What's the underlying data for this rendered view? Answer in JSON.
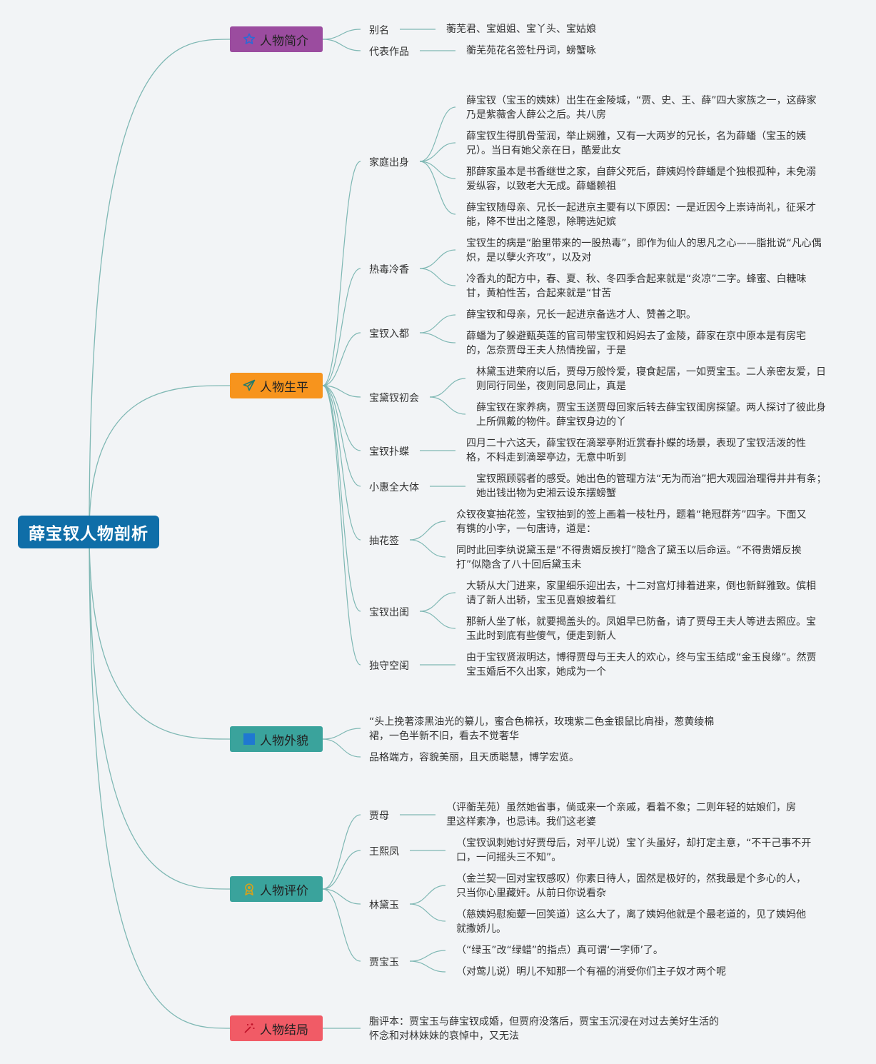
{
  "root": "薛宝钗人物剖析",
  "colors": {
    "root": "#0f6ea8",
    "line": "#7fb8b4",
    "intro": "#9b4c9f",
    "life": "#f7941d",
    "looks": "#3aa39c",
    "eval": "#3aa39c",
    "ending": "#f15b66"
  },
  "branches": {
    "intro": {
      "label": "人物简介",
      "icon": "star-icon",
      "subs": [
        {
          "label": "别名",
          "leaves": [
            "蘅芜君、宝姐姐、宝丫头、宝姑娘"
          ]
        },
        {
          "label": "代表作品",
          "leaves": [
            "蘅芜苑花名签牡丹词，螃蟹咏"
          ]
        }
      ]
    },
    "life": {
      "label": "人物生平",
      "icon": "paper-plane-icon",
      "subs": [
        {
          "label": "家庭出身",
          "leaves": [
            "薛宝钗（宝玉的姨妹）出生在金陵城，“贾、史、王、薛”四大家族之一，这薛家乃是紫薇舍人薛公之后。共八房",
            "薛宝钗生得肌骨莹润，举止娴雅，又有一大两岁的兄长，名为薛蟠（宝玉的姨兄）。当日有她父亲在日，酷爱此女",
            "那薛家虽本是书香继世之家，自薛父死后，薛姨妈怜薛蟠是个独根孤种，未免溺爱纵容，以致老大无成。薛蟠赖祖",
            "薛宝钗随母亲、兄长一起进京主要有以下原因：一是近因今上崇诗尚礼，征采才能，降不世出之隆恩，除聘选妃嫔"
          ]
        },
        {
          "label": "热毒冷香",
          "leaves": [
            "宝钗生的病是“胎里带来的一股热毒”，即作为仙人的思凡之心——脂批说“凡心偶炽，是以孽火齐攻”，以及对",
            "冷香丸的配方中，春、夏、秋、冬四季合起来就是“炎凉”二字。蜂蜜、白糖味甘，黄柏性苦，合起来就是“甘苦"
          ]
        },
        {
          "label": "宝钗入都",
          "leaves": [
            "薛宝钗和母亲，兄长一起进京备选才人、赞善之职。",
            "薛蟠为了躲避甄英莲的官司带宝钗和妈妈去了金陵，薛家在京中原本是有房宅的，怎奈贾母王夫人热情挽留，于是"
          ]
        },
        {
          "label": "宝黛钗初会",
          "leaves": [
            "林黛玉进荣府以后，贾母万般怜爱，寝食起居，一如贾宝玉。二人亲密友爱，日则同行同坐，夜则同息同止，真是",
            "薛宝钗在家养病，贾宝玉送贾母回家后转去薛宝钗闺房探望。两人探讨了彼此身上所佩戴的物件。薛宝钗身边的丫"
          ]
        },
        {
          "label": "宝钗扑蝶",
          "leaves": [
            "四月二十六这天，薛宝钗在滴翠亭附近赏春扑蝶的场景，表现了宝钗活泼的性格，不料走到滴翠亭边，无意中听到"
          ]
        },
        {
          "label": "小惠全大体",
          "leaves": [
            "宝钗照顾弱者的感受。她出色的管理方法“无为而治”把大观园治理得井井有条；她出钱出物为史湘云设东摆螃蟹"
          ]
        },
        {
          "label": "抽花签",
          "leaves": [
            "众钗夜宴抽花签，宝钗抽到的签上画着一枝牡丹，题着“艳冠群芳”四字。下面又有镌的小字，一句唐诗，道是：",
            "同时此回李纨说黛玉是“不得贵婿反挨打”隐含了黛玉以后命运。“不得贵婿反挨打”似隐含了八十回后黛玉未"
          ]
        },
        {
          "label": "宝钗出闺",
          "leaves": [
            "大轿从大门进来，家里细乐迎出去，十二对宫灯排着进来，倒也新鲜雅致。傧相请了新人出轿，宝玉见喜娘披着红",
            "那新人坐了帐，就要揭盖头的。凤姐早已防备，请了贾母王夫人等进去照应。宝玉此时到底有些傻气，便走到新人"
          ]
        },
        {
          "label": "独守空闺",
          "leaves": [
            "由于宝钗贤淑明达，博得贾母与王夫人的欢心，终与宝玉结成“金玉良缘”。然贾宝玉婚后不久出家，她成为一个"
          ]
        }
      ]
    },
    "looks": {
      "label": "人物外貌",
      "icon": "square-icon",
      "leaves": [
        "“头上挽著漆黑油光的纂儿，蜜合色棉袄，玫瑰紫二色金银鼠比肩褂，葱黄绫棉裙，一色半新不旧，看去不觉奢华",
        "品格端方，容貌美丽，且天质聪慧，博学宏览。"
      ]
    },
    "eval": {
      "label": "人物评价",
      "icon": "medal-icon",
      "subs": [
        {
          "label": "贾母",
          "leaves": [
            "（评蘅芜苑）虽然她省事，倘或来一个亲戚，看着不象；二则年轻的姑娘们，房里这样素净，也忌讳。我们这老婆"
          ]
        },
        {
          "label": "王熙凤",
          "leaves": [
            "（宝钗讽刺她讨好贾母后，对平儿说）宝丫头虽好，却打定主意，“不干己事不开口，一问摇头三不知”。"
          ]
        },
        {
          "label": "林黛玉",
          "leaves": [
            "（金兰契一回对宝钗感叹）你素日待人，固然是极好的，然我最是个多心的人，只当你心里藏奸。从前日你说看杂",
            "（慈姨妈慰痴颦一回笑道）这么大了，离了姨妈他就是个最老道的，见了姨妈他就撒娇儿。"
          ]
        },
        {
          "label": "贾宝玉",
          "leaves": [
            "（“绿玉”改“绿蜡”的指点）真可谓‘一字师’了。",
            "（对莺儿说）明儿不知那一个有福的消受你们主子奴才两个呢"
          ]
        }
      ]
    },
    "ending": {
      "label": "人物结局",
      "icon": "sparkle-icon",
      "leaves": [
        "脂评本：贾宝玉与薛宝钗成婚，但贾府没落后，贾宝玉沉浸在对过去美好生活的怀念和对林妹妹的哀悼中，又无法"
      ]
    }
  }
}
